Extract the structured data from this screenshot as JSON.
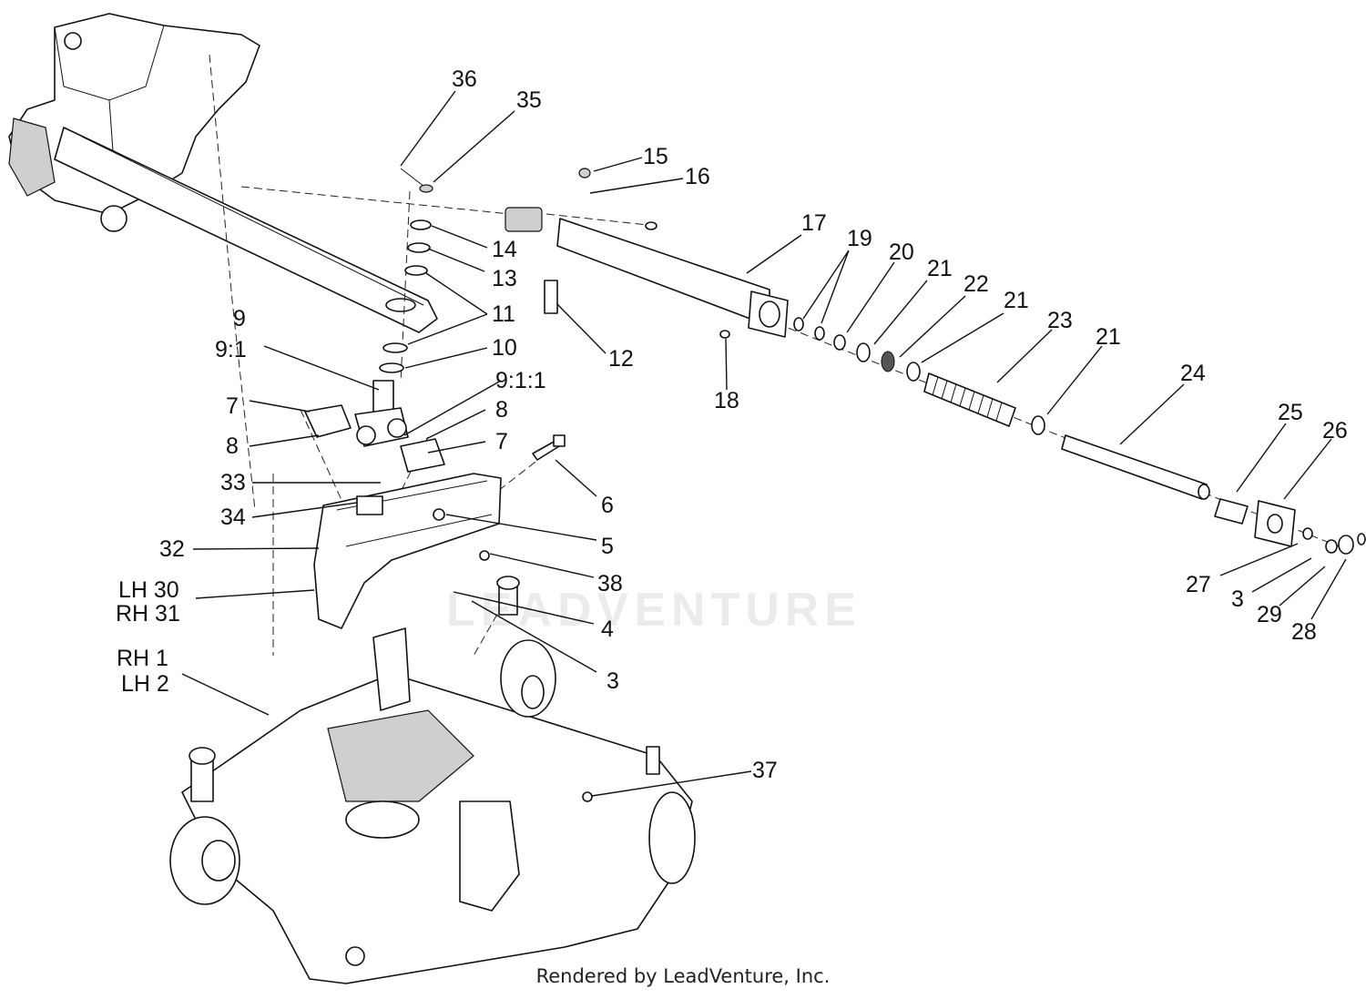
{
  "footer": {
    "caption": "Rendered by LeadVenture, Inc."
  },
  "watermark": {
    "text": "LEADVENTURE"
  },
  "colors": {
    "ink": "#111111",
    "background": "#ffffff",
    "shade": "#cfcfcf"
  },
  "callouts": {
    "c36": "36",
    "c35": "35",
    "c15": "15",
    "c16": "16",
    "c17": "17",
    "c19": "19",
    "c20": "20",
    "c21a": "21",
    "c22": "22",
    "c21b": "21",
    "c23": "23",
    "c21c": "21",
    "c24": "24",
    "c25": "25",
    "c26": "26",
    "c14": "14",
    "c13": "13",
    "c11": "11",
    "c12": "12",
    "c18": "18",
    "c9": "9",
    "c9_1": "9:1",
    "c10": "10",
    "c9_1_1": "9:1:1",
    "c7a": "7",
    "c8a": "8",
    "c8b": "8",
    "c7b": "7",
    "c6": "6",
    "c33": "33",
    "c34": "34",
    "c5": "5",
    "c32": "32",
    "c38": "38",
    "c_lh30": "LH 30",
    "c_rh31": "RH 31",
    "c4": "4",
    "c3a": "3",
    "c_rh1": "RH 1",
    "c_lh2": "LH 2",
    "c37": "37",
    "c27": "27",
    "c3b": "3",
    "c29": "29",
    "c28": "28"
  }
}
